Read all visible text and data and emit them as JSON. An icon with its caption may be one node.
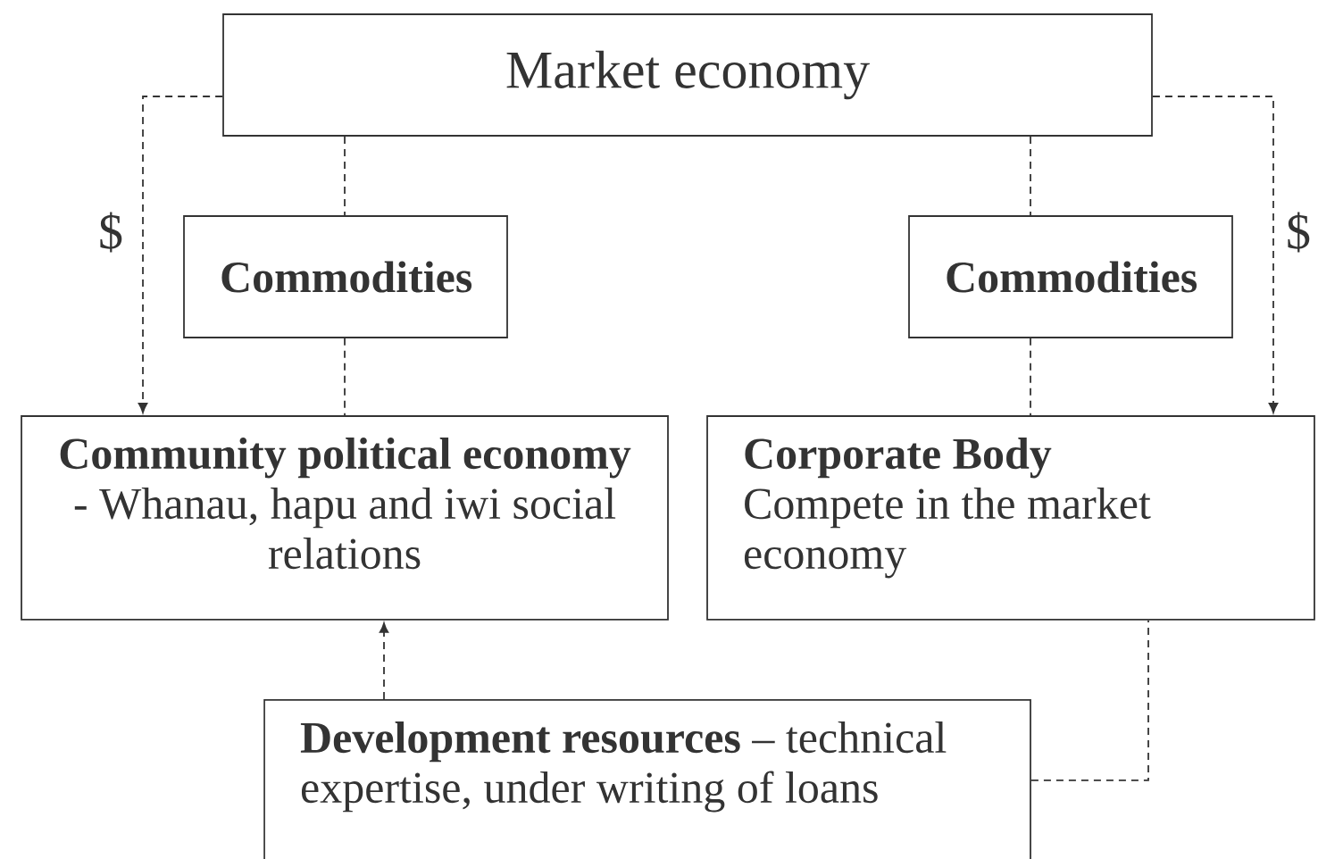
{
  "diagram": {
    "nodes": [
      {
        "text": [
          "Market economy"
        ]
      },
      {
        "text": [
          "Commodities"
        ]
      },
      {
        "text": [
          "Commodities"
        ]
      },
      {
        "text": [
          "Community political economy",
          "- Whanau, hapu and iwi social relations"
        ]
      },
      {
        "text": [
          "Corporate Body",
          "Compete in the market economy"
        ]
      },
      {
        "text": [
          "**Development resources** – technical expertise, under writing of loans"
        ]
      }
    ],
    "edges": [
      {
        "from": 0,
        "to": 1,
        "arrow": "none",
        "style": "dashed"
      },
      {
        "from": 1,
        "to": 3,
        "arrow": "none",
        "style": "dashed"
      },
      {
        "from": 0,
        "to": 3,
        "arrow": "to",
        "label": "$",
        "style": "dashed"
      },
      {
        "from": 0,
        "to": 2,
        "arrow": "none",
        "style": "dashed"
      },
      {
        "from": 2,
        "to": 4,
        "arrow": "none",
        "style": "dashed"
      },
      {
        "from": 0,
        "to": 4,
        "arrow": "to",
        "label": "$",
        "style": "dashed"
      },
      {
        "from": 5,
        "to": 3,
        "arrow": "to",
        "style": "dashed"
      },
      {
        "from": 5,
        "to": 4,
        "arrow": "none",
        "style": "dashed"
      }
    ]
  }
}
